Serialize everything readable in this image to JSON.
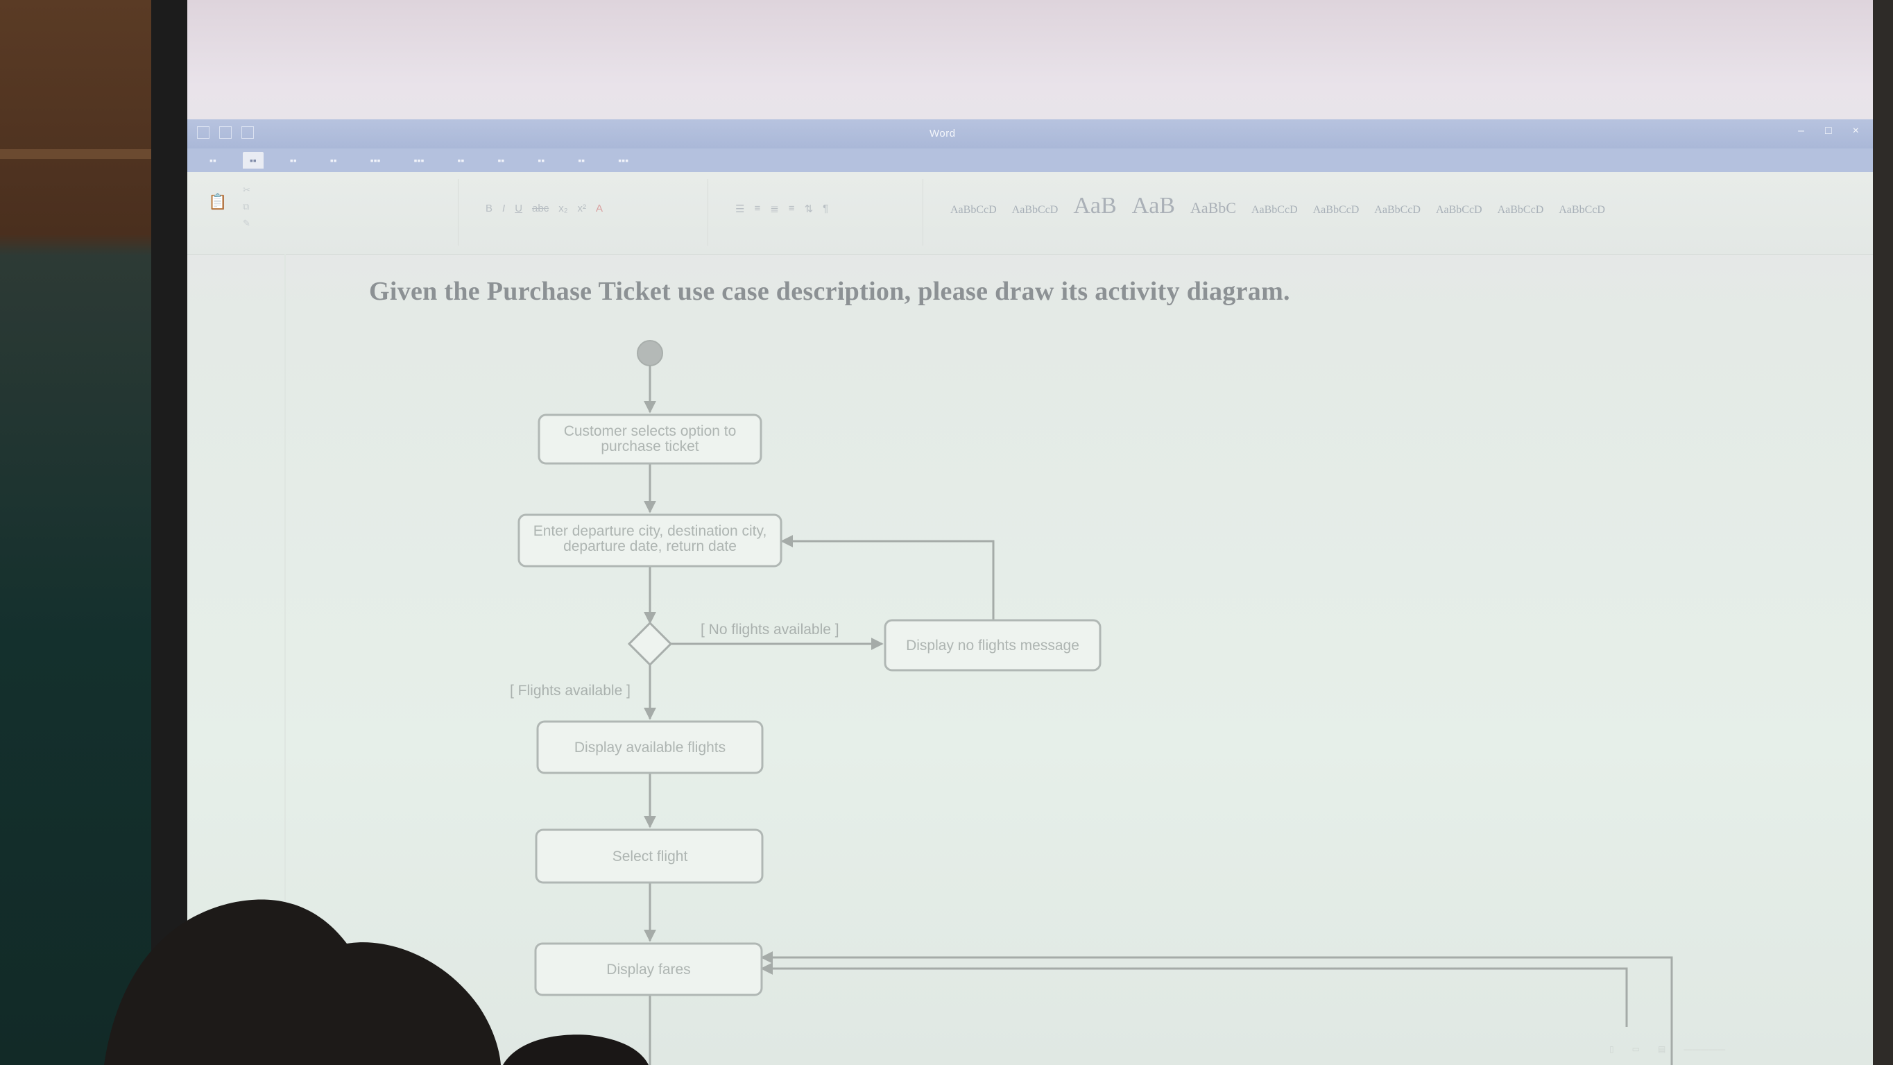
{
  "word_window": {
    "doc_title": "Word",
    "quick_access": [
      "save-icon",
      "undo-icon",
      "redo-icon"
    ],
    "window_controls": [
      "minimize-icon",
      "restore-icon",
      "close-icon"
    ]
  },
  "ribbon": {
    "styles": [
      {
        "sample": "AaBbCcD",
        "size": "small"
      },
      {
        "sample": "AaBbCcD",
        "size": "small"
      },
      {
        "sample": "AaB",
        "size": "big"
      },
      {
        "sample": "AaB",
        "size": "big"
      },
      {
        "sample": "AaBbC",
        "size": "mid"
      },
      {
        "sample": "AaBbCcD",
        "size": "small"
      },
      {
        "sample": "AaBbCcD",
        "size": "small"
      },
      {
        "sample": "AaBbCcD",
        "size": "small"
      },
      {
        "sample": "AaBbCcD",
        "size": "small"
      },
      {
        "sample": "AaBbCcD",
        "size": "small"
      },
      {
        "sample": "AaBbCcD",
        "size": "small"
      }
    ]
  },
  "document": {
    "question": "Given the Purchase Ticket use case description, please draw its activity diagram."
  },
  "diagram": {
    "nodes": {
      "select_option": [
        "Customer selects option to",
        "purchase ticket"
      ],
      "enter_details": [
        "Enter departure city, destination city,",
        "departure date, return date"
      ],
      "no_flights_msg": "Display no flights message",
      "display_flights": "Display available flights",
      "select_flight": "Select flight",
      "display_fares": "Display fares"
    },
    "guards": {
      "no_flights": "[ No flights available ]",
      "flights": "[ Flights available ]"
    }
  }
}
